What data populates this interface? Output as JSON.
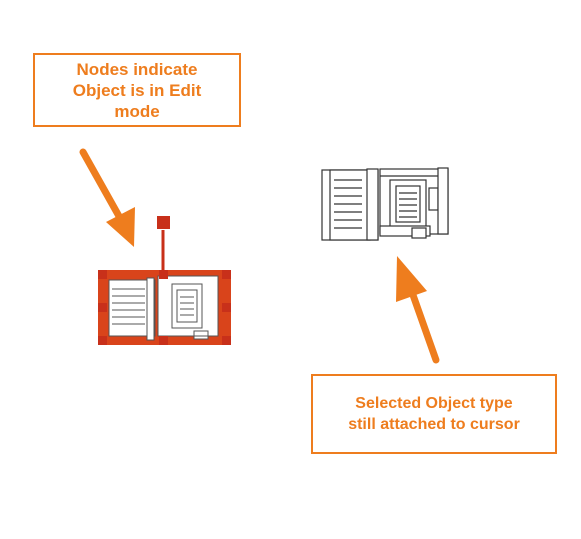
{
  "callouts": {
    "edit_mode": {
      "line1": "Nodes indicate",
      "line2": "Object is in Edit",
      "line3": "mode"
    },
    "cursor": {
      "line1": "Selected Object type",
      "line2": "still attached to cursor"
    }
  },
  "colors": {
    "accent": "#ee7d1e",
    "edit_fill": "#d9441b",
    "node": "#c8301a",
    "stroke": "#333333"
  },
  "icons": {
    "edit_object": "copier-device-icon",
    "cursor_object": "copier-device-icon"
  }
}
